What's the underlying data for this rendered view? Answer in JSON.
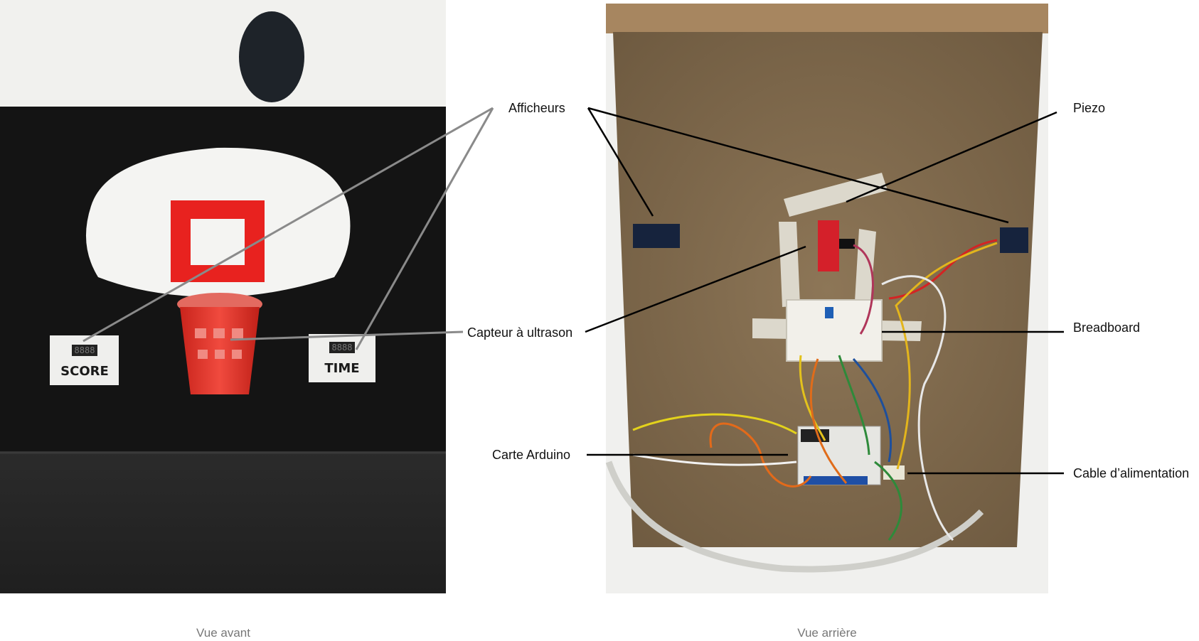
{
  "front_view": {
    "caption": "Vue avant",
    "score_label": "SCORE",
    "time_label": "TIME",
    "display_digits": "8888"
  },
  "back_view": {
    "caption": "Vue arrière"
  },
  "callouts": {
    "afficheurs": "Afficheurs",
    "capteur": "Capteur à ultrason",
    "carte": "Carte Arduino",
    "piezo": "Piezo",
    "breadboard": "Breadboard",
    "cable": "Cable d’alimentation"
  },
  "colors": {
    "backboard_square": "#e8221f",
    "cup": "#e8362c",
    "cardboard": "#8a7456",
    "front_leader_lines": "#8a8a8a",
    "back_leader_lines": "#000000"
  }
}
